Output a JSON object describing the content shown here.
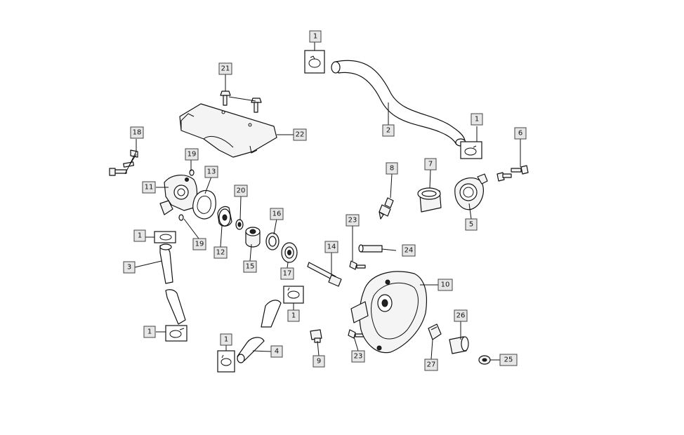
{
  "labels": {
    "l1a": "1",
    "l1b": "1",
    "l1c": "1",
    "l1d": "1",
    "l1e": "1",
    "l1f": "1",
    "l2": "2",
    "l3": "3",
    "l4": "4",
    "l5": "5",
    "l6": "6",
    "l7": "7",
    "l8": "8",
    "l9": "9",
    "l10": "10",
    "l11": "11",
    "l12": "12",
    "l13": "13",
    "l14": "14",
    "l15": "15",
    "l16": "16",
    "l17": "17",
    "l18": "18",
    "l19a": "19",
    "l19b": "19",
    "l20": "20",
    "l21": "21",
    "l22": "22",
    "l23a": "23",
    "l23b": "23",
    "l24": "24",
    "l25": "25",
    "l26": "26",
    "l27": "27"
  }
}
